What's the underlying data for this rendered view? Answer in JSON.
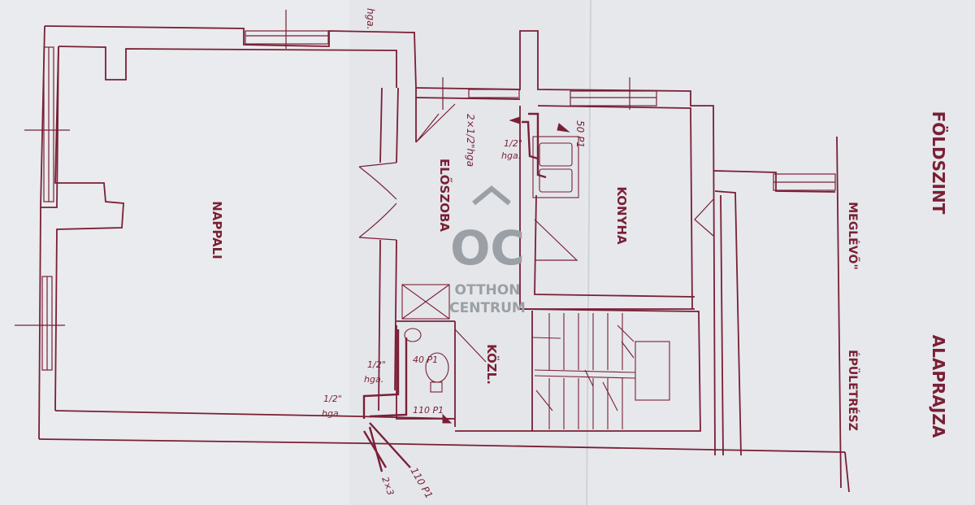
{
  "title_block": {
    "line1": "FÖLDSZINT",
    "line2": "ALAPRAJZA"
  },
  "existing_part": {
    "line1": "MEGLÉVŐ\"",
    "line2": "ÉPÜLETRÉSZ"
  },
  "rooms": {
    "living": "NAPPALI",
    "hall": "ELŐSZOBA",
    "kitchen": "KONYHA",
    "corridor": "KÖZL."
  },
  "pipe_notes": {
    "top_hga": "hga.",
    "double_half_hga": "2×1/2\"hga",
    "half_hga_a": "1/2\"",
    "half_hga_a2": "hga.",
    "fifty_p": "50 P1",
    "half_left_1": "1/2\"",
    "half_left_1b": "hga.",
    "half_left_2": "1/2\"",
    "half_left_2b": "hga.",
    "forty_p": "40 P1",
    "one_ten_p": "110 P1",
    "one_ten_p_bottom": "110 P1",
    "double_3": "2×3"
  },
  "watermark": {
    "mark": "OC",
    "line1": "OTTHON",
    "line2": "CENTRUM"
  },
  "colors": {
    "line": "#7a1f35",
    "paper": "#e4e6ea",
    "watermark": "#9aa0a6"
  }
}
